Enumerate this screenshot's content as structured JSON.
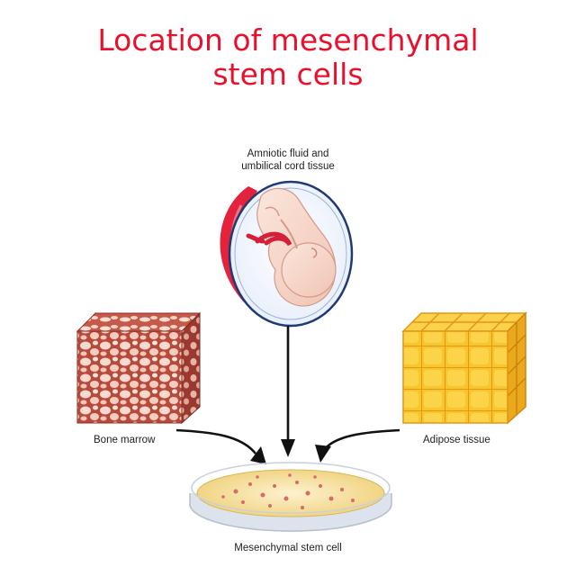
{
  "title": {
    "line1": "Location of mesenchymal",
    "line2": "stem cells"
  },
  "labels": {
    "amniotic_line1": "Amniotic fluid and",
    "amniotic_line2": "umbilical cord tissue",
    "bone_marrow": "Bone marrow",
    "adipose_tissue": "Adipose tissue",
    "mesenchymal_stem_cell": "Mesenchymal stem cell"
  },
  "colors": {
    "title": "#e8112d",
    "placenta": "#e4223c",
    "bone": "#d9826e",
    "fat": "#f5c32c",
    "dish_medium": "#f3dc96",
    "cell_dots": "#d96a6a",
    "arrows": "#111111"
  }
}
